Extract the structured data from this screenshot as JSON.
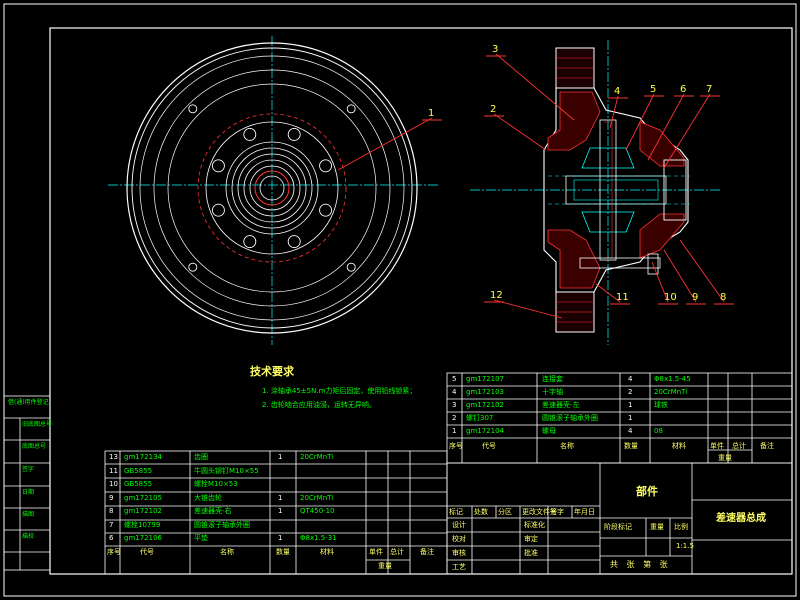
{
  "callouts": [
    "1",
    "2",
    "3",
    "4",
    "5",
    "6",
    "7",
    "8",
    "9",
    "10",
    "11",
    "12"
  ],
  "tech_req": {
    "title": "技术要求",
    "line1": "1. 涂轴承45±5N.m力矩后固定，使用铅线锁紧；",
    "line2": "2. 齿轮啮合应用油浸，运转无异响。"
  },
  "title_block": {
    "part_label": "部件",
    "name": "差速器总成",
    "marks_row": [
      "标记",
      "处数",
      "分区",
      "更改文件号",
      "签字",
      "年月日"
    ],
    "roles": [
      "设计",
      "校对",
      "审核",
      "工艺"
    ],
    "roles2": [
      "标准化",
      "审定",
      "批准"
    ],
    "stage_headers": [
      "阶段标记",
      "重量",
      "比例"
    ],
    "scale": "1:1.5",
    "sheet": "共 张 第 张"
  },
  "bom_right": {
    "rows": [
      {
        "no": "5",
        "code": "gm172107",
        "name": "连接套",
        "qty": "4",
        "mat": "Φ8x1.5-45"
      },
      {
        "no": "4",
        "code": "gm172103",
        "name": "十字轴",
        "qty": "2",
        "mat": "20CrMnTi"
      },
      {
        "no": "3",
        "code": "gm172102",
        "name": "差速器壳-左",
        "qty": "1",
        "mat": "球铁"
      },
      {
        "no": "2",
        "code": "螺钉307",
        "name": "圆锥滚子轴承外圈",
        "qty": "1",
        "mat": ""
      },
      {
        "no": "1",
        "code": "gm172104",
        "name": "螺母",
        "qty": "4",
        "mat": "08"
      }
    ],
    "headers": [
      "序号",
      "代号",
      "名称",
      "数量",
      "材料",
      "单件",
      "总计",
      "备注"
    ],
    "sub": "重量"
  },
  "bom_left": {
    "rows": [
      {
        "no": "13",
        "code": "gm172134",
        "name": "齿圈",
        "qty": "1",
        "mat": "20CrMnTi"
      },
      {
        "no": "11",
        "code": "GB5855",
        "name": "牛圆头铆钉M10×55",
        "qty": "",
        "mat": ""
      },
      {
        "no": "10",
        "code": "GB5855",
        "name": "螺栓M10×53",
        "qty": "",
        "mat": ""
      },
      {
        "no": "9",
        "code": "gm172105",
        "name": "大锥齿轮",
        "qty": "1",
        "mat": "20CrMnTi"
      },
      {
        "no": "8",
        "code": "gm172102",
        "name": "差速器壳-右",
        "qty": "1",
        "mat": "QT450-10"
      },
      {
        "no": "7",
        "code": "螺栓10799",
        "name": "圆锥滚子轴承外圈",
        "qty": "",
        "mat": ""
      },
      {
        "no": "6",
        "code": "gm172106",
        "name": "平垫",
        "qty": "1",
        "mat": "Φ8x1.5-31"
      }
    ],
    "headers": [
      "序号",
      "代号",
      "名称",
      "数量",
      "材料",
      "单件",
      "总计",
      "备注"
    ],
    "sub": "重量"
  },
  "side_strip": [
    "借(通)用件登记",
    "旧底图总号",
    "底图总号",
    "签字",
    "日期",
    "描图",
    "描校"
  ],
  "colors": {
    "frame": "#ffffff",
    "center": "#00ffff",
    "part": "#ffffff",
    "hatch": "#ff3333",
    "leader": "#ff3333",
    "text": "#ffff44",
    "table_text": "#00ff00",
    "ring": "#ff3333",
    "hidden": "#00ffff"
  }
}
